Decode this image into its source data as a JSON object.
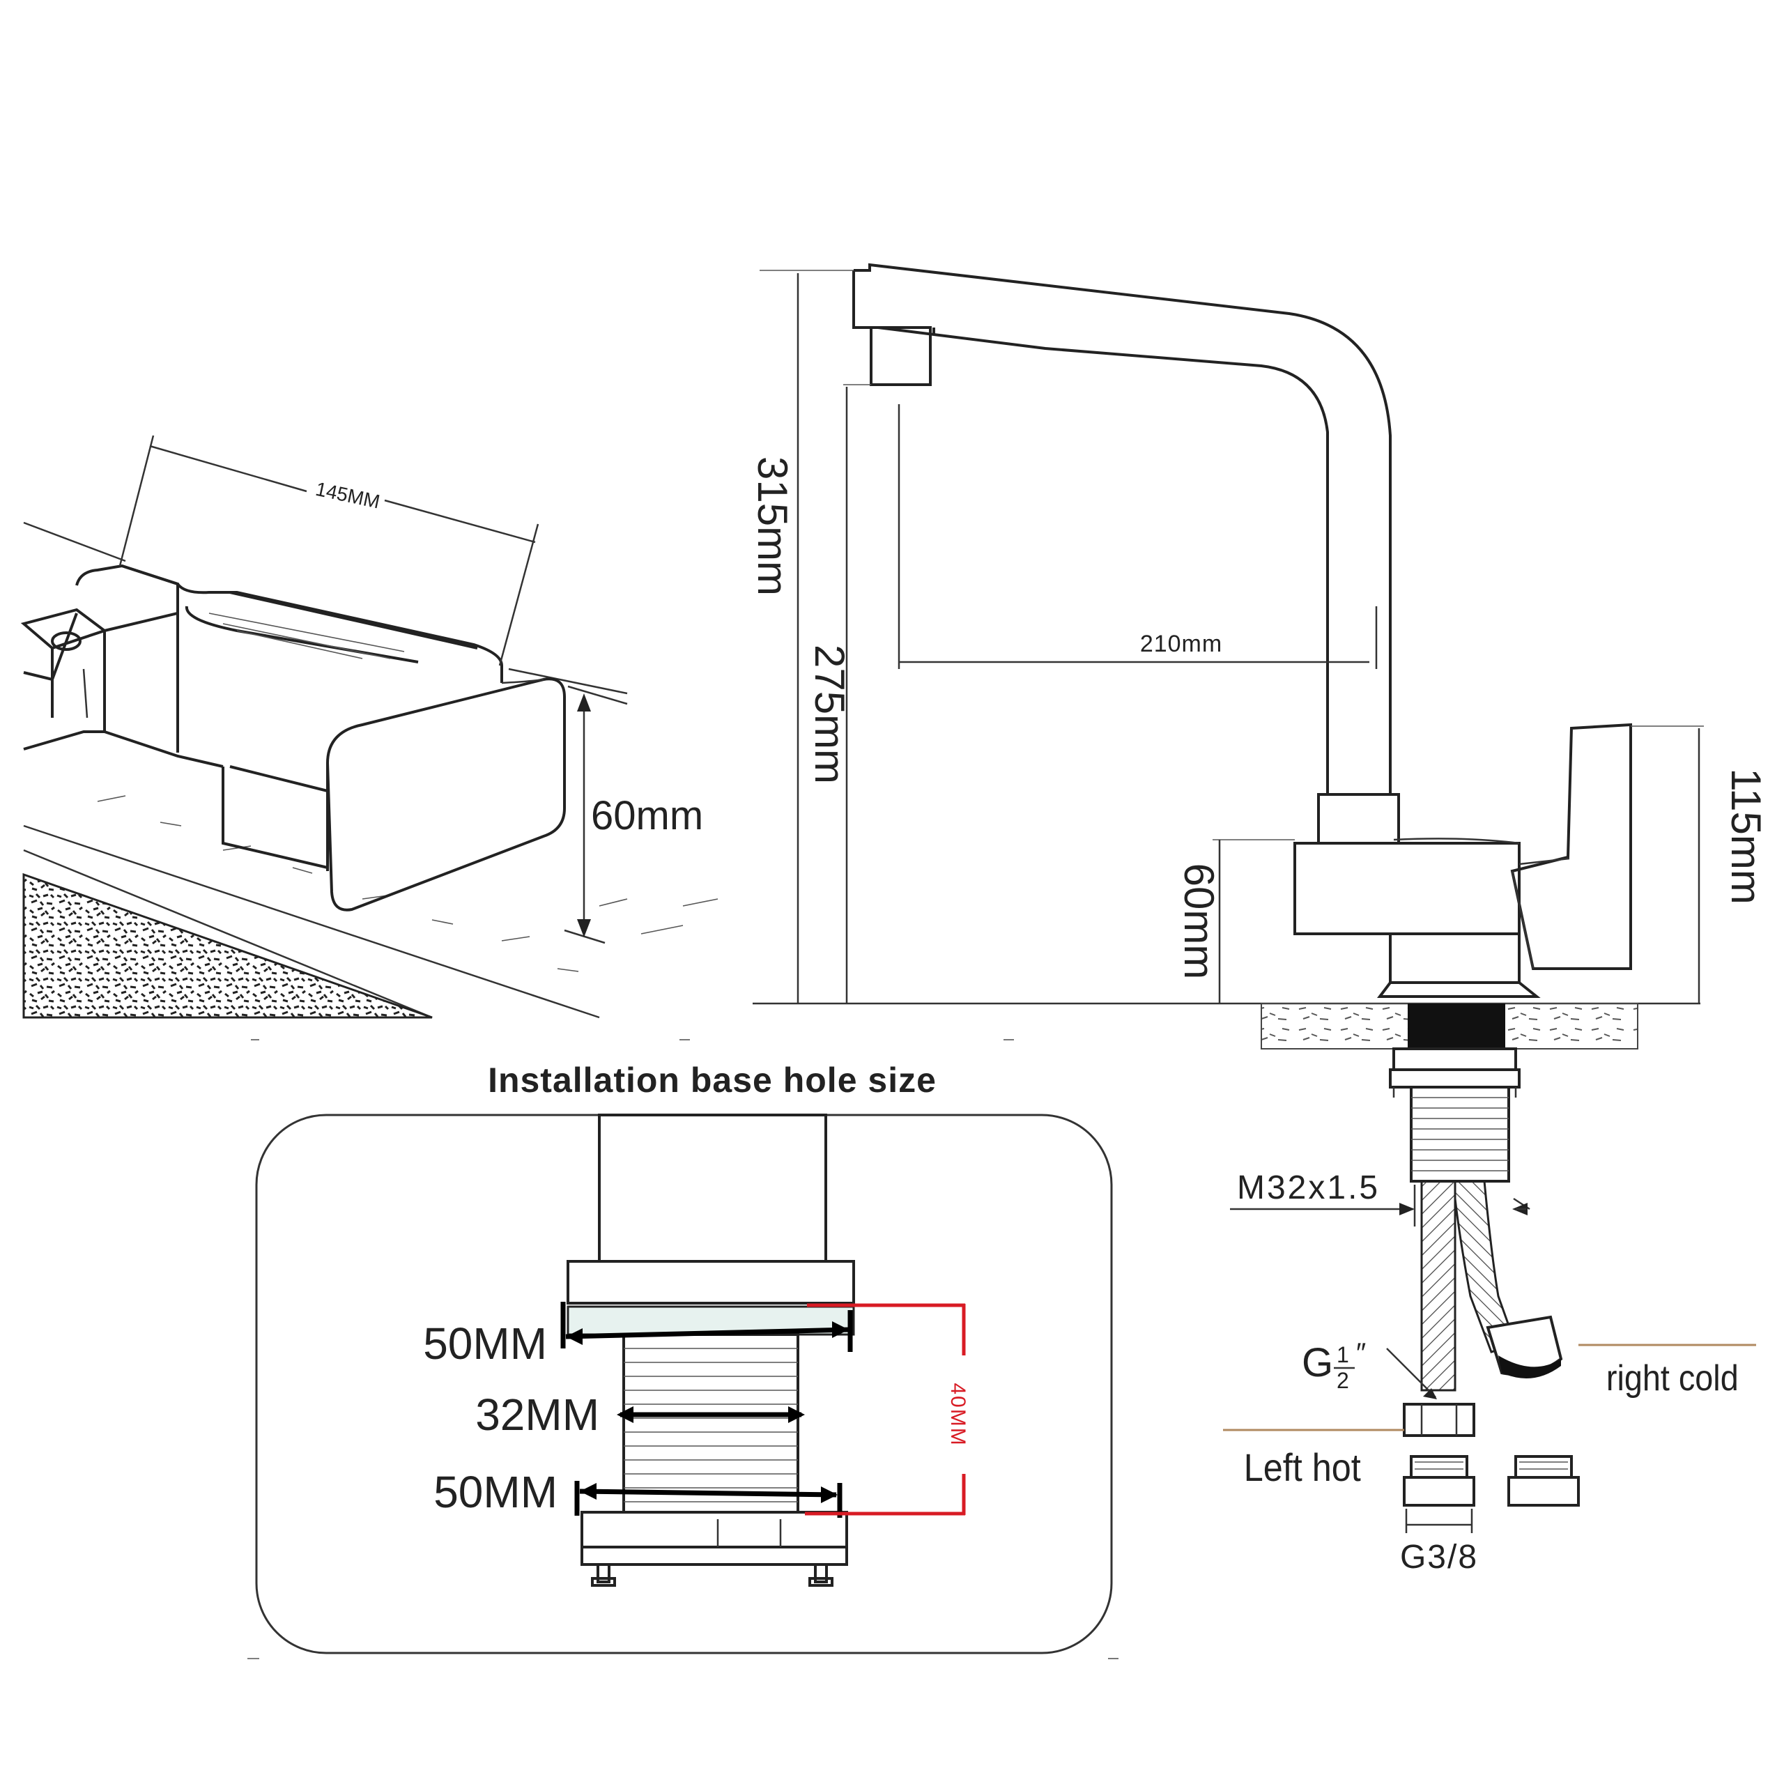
{
  "perspective_view": {
    "width_label": "145MM",
    "height_label": "60mm"
  },
  "side_view": {
    "total_height_label": "315mm",
    "spout_height_label": "275mm",
    "reach_label": "210mm",
    "body_height_label": "60mm",
    "handle_height_label": "115mm",
    "thread_label": "M32x1.5",
    "hose_thread_label": "G",
    "hose_thread_fraction_num": "1",
    "hose_thread_fraction_den": "2",
    "hose_thread_inch_mark": "″",
    "cold_label": "right cold",
    "hot_label": "Left hot",
    "adapter_label": "G3/8"
  },
  "installation_panel": {
    "title": "Installation base hole size",
    "top_width_label": "50MM",
    "middle_width_label": "32MM",
    "bottom_width_label": "50MM",
    "depth_label": "40MM"
  },
  "colors": {
    "line": "#222222",
    "dimension_red": "#d81b24",
    "hot_pointer": "#b08a60"
  }
}
